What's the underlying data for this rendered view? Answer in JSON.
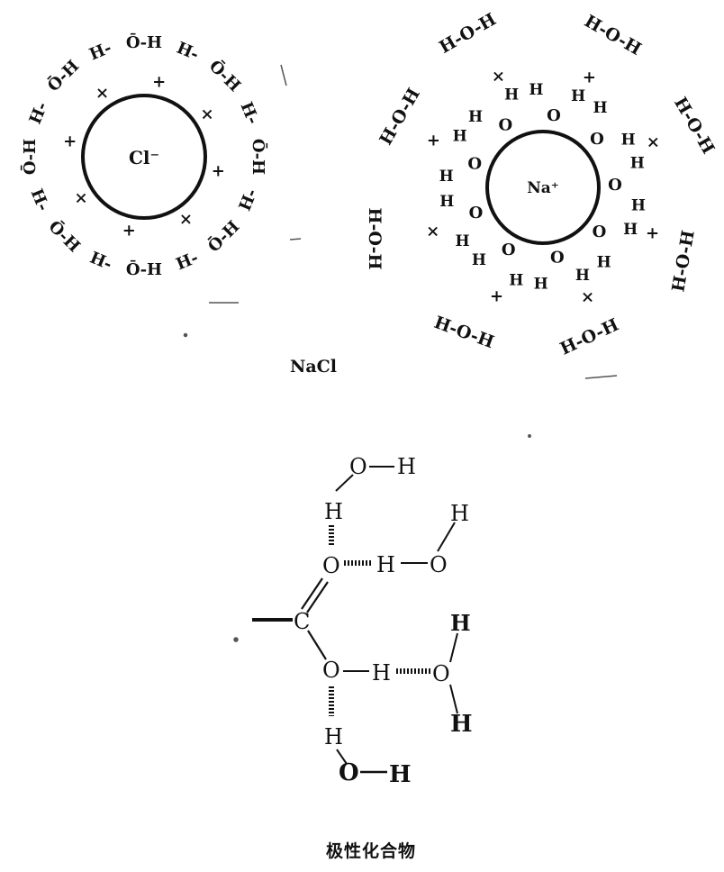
{
  "figure": {
    "chloride": {
      "ion_label": "Cl⁻",
      "hydration_shell": [
        "Ō-H",
        "H-",
        "Ō-H",
        "H-",
        "Ō-H",
        "H-",
        "Ō-H",
        "H-",
        "Ō-H",
        "H-",
        "Ō-H",
        "H-",
        "Ō-H",
        "H-",
        "Ō-H",
        "H-"
      ],
      "ion_charges": [
        "+",
        "×",
        "+",
        "×",
        "+",
        "×",
        "+",
        "×"
      ]
    },
    "sodium": {
      "ion_label": "Na⁺",
      "inner_oxygen": "O",
      "hydrogen": "H",
      "charges": [
        "+",
        "×"
      ]
    },
    "nacl_caption": "NaCl",
    "polar_molecule": {
      "carbon": "C",
      "oxygen": "O",
      "hydrogen": "H"
    },
    "polar_caption": "极性化合物"
  }
}
